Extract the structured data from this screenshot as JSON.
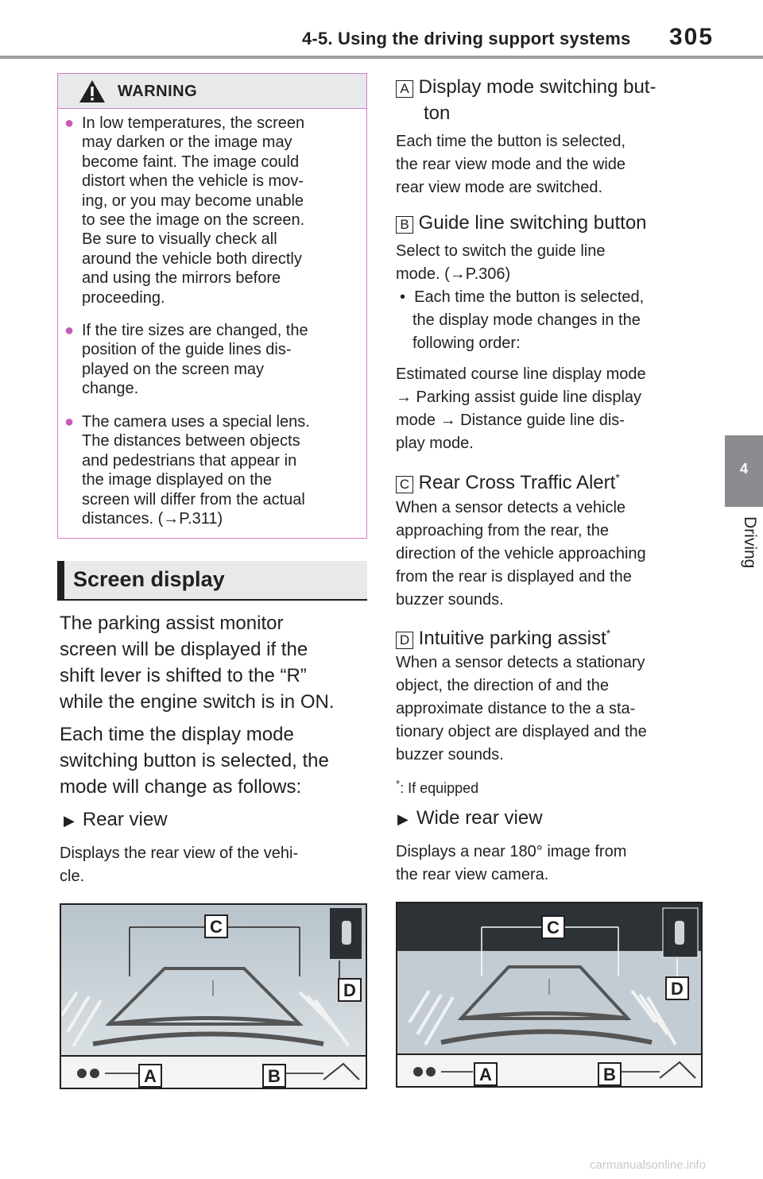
{
  "header": {
    "section_title": "4-5. Using the driving support systems",
    "page_number": "305",
    "tab_number": "4",
    "side_label": "Driving"
  },
  "warning": {
    "title": "WARNING",
    "items": [
      [
        "In low temperatures, the screen",
        "may darken or the image may",
        "become faint. The image could",
        "distort when the vehicle is mov-",
        "ing, or you may become unable",
        "to see the image on the screen.",
        "Be sure to visually check all",
        "around the vehicle both directly",
        "and using the mirrors before",
        "proceeding."
      ],
      [
        "If the tire sizes are changed, the",
        "position of the guide lines dis-",
        "played on the screen may",
        "change."
      ],
      [
        "The camera uses a special lens.",
        "The distances between objects",
        "and pedestrians that appear in",
        "the image displayed on the",
        "screen will differ from the actual",
        "distances. (→P.311)"
      ]
    ]
  },
  "screen_display": {
    "title": "Screen display",
    "intro1": [
      "The parking assist monitor",
      "screen will be displayed if the",
      "shift lever is shifted to the “R”",
      "while the engine switch is in ON."
    ],
    "intro2": [
      "Each time the display mode",
      "switching button is selected, the",
      "mode will change as follows:"
    ],
    "rear_view_title": "Rear view",
    "rear_view_desc": [
      "Displays the rear view of the vehi-",
      "cle."
    ]
  },
  "right": {
    "a_label": "A",
    "a_title": [
      "Display mode switching but-",
      "ton"
    ],
    "a_desc": [
      "Each time the button is selected,",
      "the rear view mode and the wide",
      "rear view mode are switched."
    ],
    "b_label": "B",
    "b_title": "Guide line switching button",
    "b_desc": [
      "Select to switch the guide line",
      "mode. (→P.306)"
    ],
    "b_bullet": [
      "Each time the button is selected,",
      "the display mode changes in the",
      "following order:"
    ],
    "b_order": [
      "Estimated course line display mode",
      "→ Parking assist guide line display",
      "mode → Distance guide line dis-",
      "play mode."
    ],
    "c_label": "C",
    "c_title": "Rear Cross Traffic Alert",
    "c_desc": [
      "When a sensor detects a vehicle",
      "approaching from the rear, the",
      "direction of the vehicle approaching",
      "from the rear is displayed and the",
      "buzzer sounds."
    ],
    "d_label": "D",
    "d_title": "Intuitive parking assist",
    "d_desc": [
      "When a sensor detects a stationary",
      "object, the direction of and the",
      "approximate distance to the a sta-",
      "tionary object are displayed and the",
      "buzzer sounds."
    ],
    "footnote_mark": "*",
    "footnote": ": If equipped",
    "wide_title": "Wide rear view",
    "wide_desc": [
      "Displays a near 180° image from",
      "the rear view camera."
    ]
  },
  "figure_labels": {
    "a": "A",
    "b": "B",
    "c": "C",
    "d": "D"
  },
  "watermark": "carmanualsonline.info"
}
